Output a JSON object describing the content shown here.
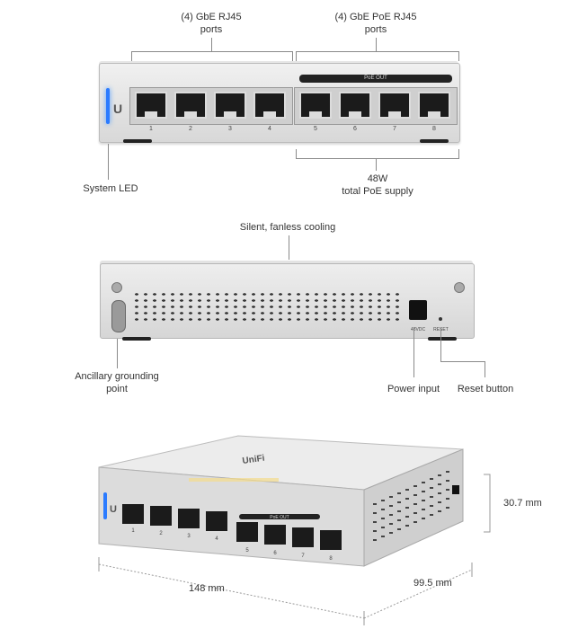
{
  "front": {
    "label_gbe": "(4) GbE RJ45\nports",
    "label_gbe_line1": "(4) GbE RJ45",
    "label_gbe_line2": "ports",
    "label_poe_line1": "(4) GbE PoE RJ45",
    "label_poe_line2": "ports",
    "poe_strip": "PoE OUT",
    "ports": [
      "1",
      "2",
      "3",
      "4",
      "5",
      "6",
      "7",
      "8"
    ],
    "system_led": "System LED",
    "supply_line1": "48W",
    "supply_line2": "total PoE supply"
  },
  "back": {
    "cooling": "Silent, fanless cooling",
    "ground_line1": "Ancillary grounding",
    "ground_line2": "point",
    "power_input": "Power input",
    "reset_button": "Reset button",
    "dc_label": "48VDC",
    "reset_label": "RESET"
  },
  "iso": {
    "ports": [
      "1",
      "2",
      "3",
      "4",
      "5",
      "6",
      "7",
      "8"
    ],
    "poe_strip": "PoE OUT",
    "height": "30.7 mm",
    "width": "148 mm",
    "depth": "99.5 mm"
  },
  "colors": {
    "led": "#2b7bff",
    "chassis": "#e0e0e0",
    "port": "#1b1b1b"
  },
  "icons": [
    "ubiquiti-u-logo",
    "screw-icon",
    "ground-terminal-icon",
    "dc-jack-icon"
  ]
}
